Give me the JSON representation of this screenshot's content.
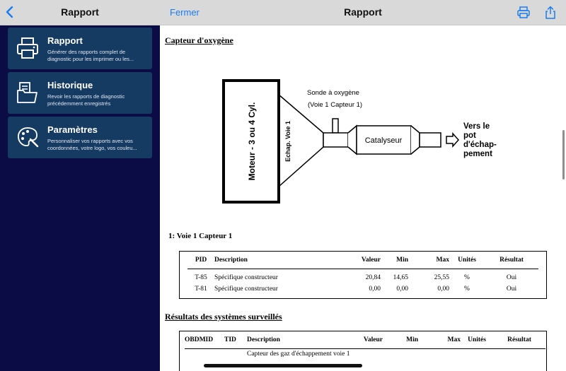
{
  "sidebar": {
    "title": "Rapport",
    "items": [
      {
        "label": "Rapport",
        "description": "Générer des rapports complet de diagnostic pour les imprimer ou les...",
        "icon": "printer-icon"
      },
      {
        "label": "Historique",
        "description": "Revoir les rapports de diagnostic précédemment enregistrés",
        "icon": "folder-icon"
      },
      {
        "label": "Paramètres",
        "description": "Personnaliser vos rapports avec vos coordonnées, votre logo, vos couleu...",
        "icon": "palette-icon"
      }
    ]
  },
  "header": {
    "close_label": "Fermer",
    "title": "Rapport",
    "print_icon": "printer-icon",
    "share_icon": "share-icon"
  },
  "document": {
    "section1_title": "Capteur d'oxygène",
    "diagram": {
      "engine_label": "Moteur - 3 ou 4 Cyl.",
      "exhaust_label": "Echap. Voie 1",
      "sensor_label_line1": "Sonde à oxygène",
      "sensor_label_line2": "(Voie 1 Capteur 1)",
      "catalyst_label": "Catalyseur",
      "outlet_line1": "Vers le",
      "outlet_line2": "pot",
      "outlet_line3": "d'échap-",
      "outlet_line4": "pement"
    },
    "subsection_title": "1: Voie 1 Capteur 1",
    "table1": {
      "headers": [
        "PID",
        "Description",
        "Valeur",
        "Min",
        "Max",
        "Unités",
        "Résultat"
      ],
      "rows": [
        [
          "T-85",
          "Spécifique constructeur",
          "20,84",
          "14,65",
          "25,55",
          "%",
          "Oui"
        ],
        [
          "T-81",
          "Spécifique constructeur",
          "0,00",
          "0,00",
          "0,00",
          "%",
          "Oui"
        ]
      ]
    },
    "section2_title": "Résultats des systèmes surveillés",
    "table2": {
      "headers": [
        "OBDMID",
        "TID",
        "Description",
        "Valeur",
        "Min",
        "Max",
        "Unités",
        "Résultat"
      ],
      "rows": [
        [
          "",
          "",
          "Capteur des gaz d'échappement voie 1",
          "",
          "",
          "",
          "",
          ""
        ]
      ]
    }
  },
  "colors": {
    "sidebar_bg": "#0b0c46",
    "card_bg": "#163b63",
    "accent": "#1a7cf0"
  }
}
